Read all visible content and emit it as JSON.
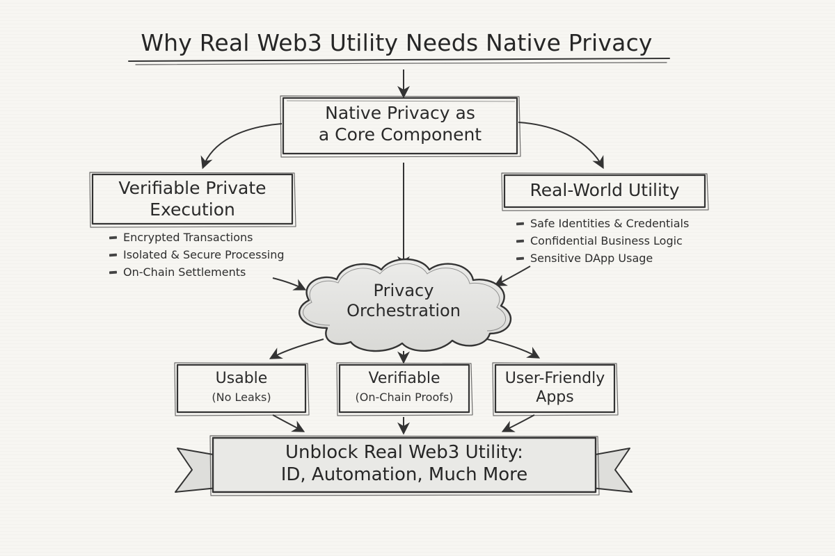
{
  "title": "Why Real Web3 Utility Needs Native Privacy",
  "core": {
    "line1": "Native Privacy as",
    "line2": "a Core Component"
  },
  "left_box": {
    "line1": "Verifiable Private",
    "line2": "Execution",
    "bullets": [
      "Encrypted Transactions",
      "Isolated & Secure Processing",
      "On-Chain Settlements"
    ]
  },
  "right_box": {
    "line1": "Real-World Utility",
    "bullets": [
      "Safe Identities & Credentials",
      "Confidential Business Logic",
      "Sensitive DApp Usage"
    ]
  },
  "hub": {
    "line1": "Privacy",
    "line2": "Orchestration"
  },
  "outcomes": [
    {
      "line1": "Usable",
      "line2": "(No Leaks)"
    },
    {
      "line1": "Verifiable",
      "line2": "(On-Chain Proofs)"
    },
    {
      "line1": "User-Friendly",
      "line2": "Apps"
    }
  ],
  "banner": {
    "line1": "Unblock Real Web3 Utility:",
    "line2": "ID, Automation, Much More"
  },
  "colors": {
    "ink": "#2b2b2b",
    "paper": "#f7f6f2",
    "cloud_fill": "#e4e4e2"
  }
}
